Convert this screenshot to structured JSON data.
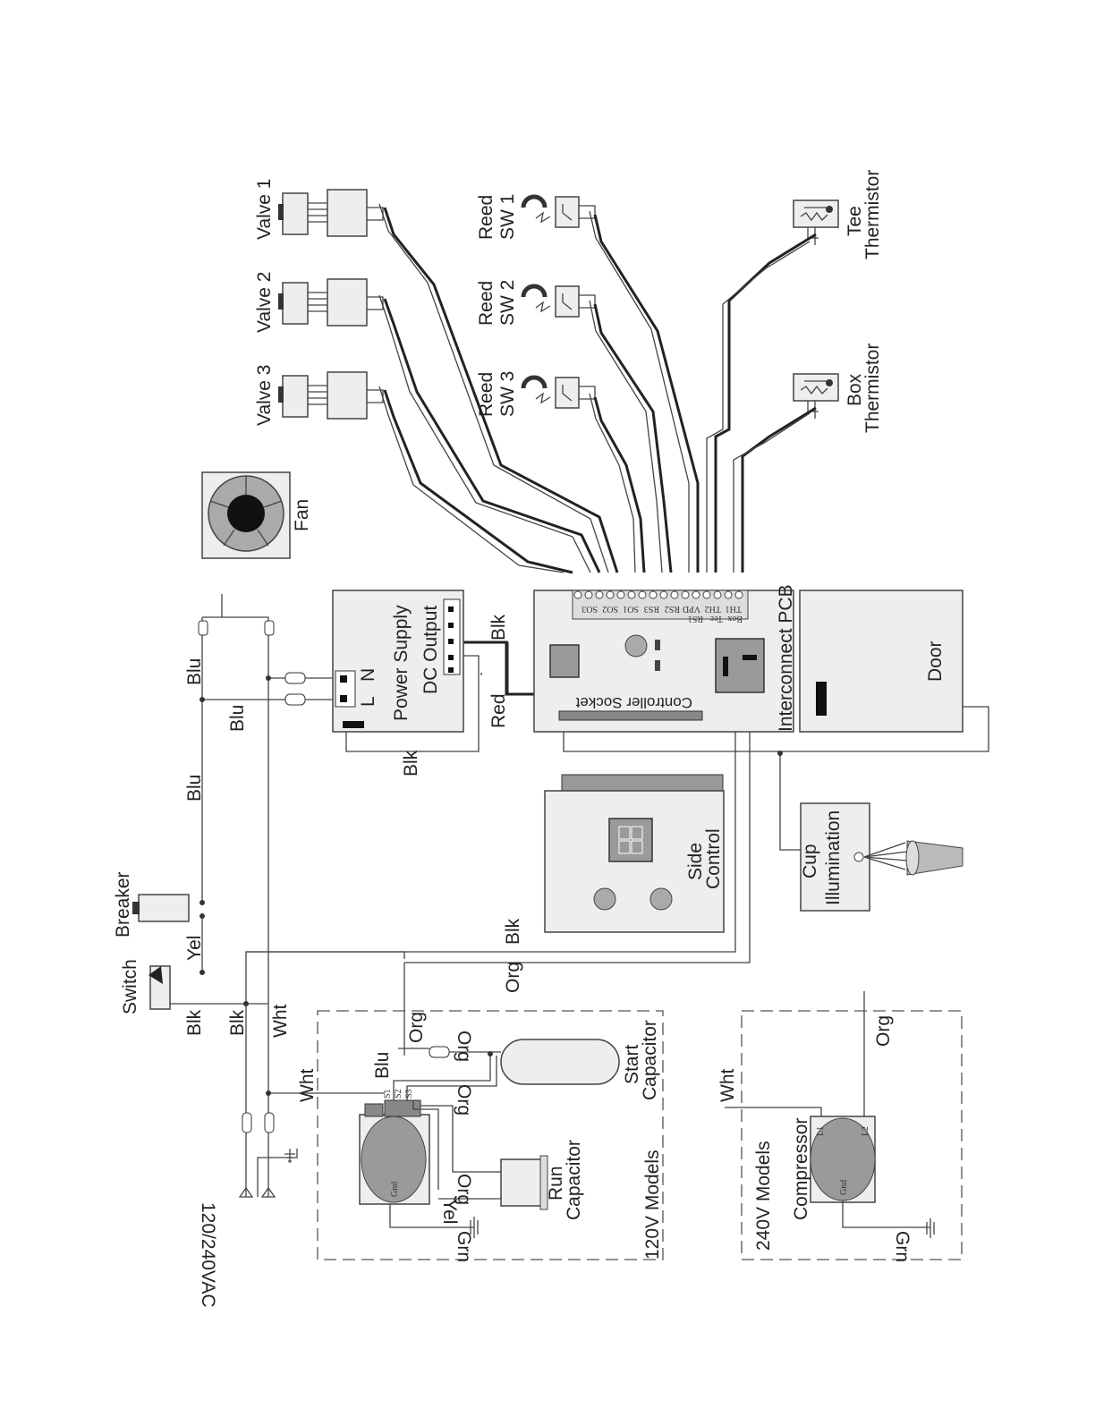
{
  "components": {
    "valve1": "Valve 1",
    "valve2": "Valve 2",
    "valve3": "Valve 3",
    "reed1": [
      "Reed",
      "SW 1"
    ],
    "reed2": [
      "Reed",
      "SW 2"
    ],
    "reed3": [
      "Reed",
      "SW 3"
    ],
    "tee_thermistor": [
      "Tee",
      "Thermistor"
    ],
    "box_thermistor": [
      "Box",
      "Thermistor"
    ],
    "fan": "Fan",
    "power_supply": "Power Supply",
    "dc_output": "DC Output",
    "ps_l": "L",
    "ps_n": "N",
    "controller_socket": "Controller Socket",
    "interconnect_pcb": "Interconnect PCB",
    "door": "Door",
    "side_control": [
      "Side",
      "Control"
    ],
    "cup_illumination": [
      "Cup",
      "Illumination"
    ],
    "breaker": "Breaker",
    "switch": "Switch",
    "supply_voltage": "120/240VAC",
    "start_capacitor": [
      "Start",
      "Capacitor"
    ],
    "run_capacitor": [
      "Run",
      "Capacitor"
    ],
    "models_120": "120V Models",
    "models_240": "240V Models",
    "compressor": "Compressor"
  },
  "pcb_terminals": [
    "SO3",
    "SO2",
    "SO1",
    "RS3",
    "RS2",
    "VPD",
    "TH2",
    "TH1"
  ],
  "pcb_terminals_row2": [
    "RS1",
    "Tee",
    "Box"
  ],
  "compressor_terminals": {
    "s1": "S1",
    "s2": "S2",
    "s3": "S3",
    "gnd": "Gnd",
    "l1": "L1",
    "l2": "L2"
  },
  "wire_labels": {
    "blu": "Blu",
    "blk": "Blk",
    "red": "Red",
    "yel": "Yel",
    "wht": "Wht",
    "org": "Org",
    "grn": "Grn"
  },
  "colors": {
    "line": "#444444",
    "fill": "#eeeeee",
    "gray": "#9a9a9a",
    "dark": "#111111"
  }
}
